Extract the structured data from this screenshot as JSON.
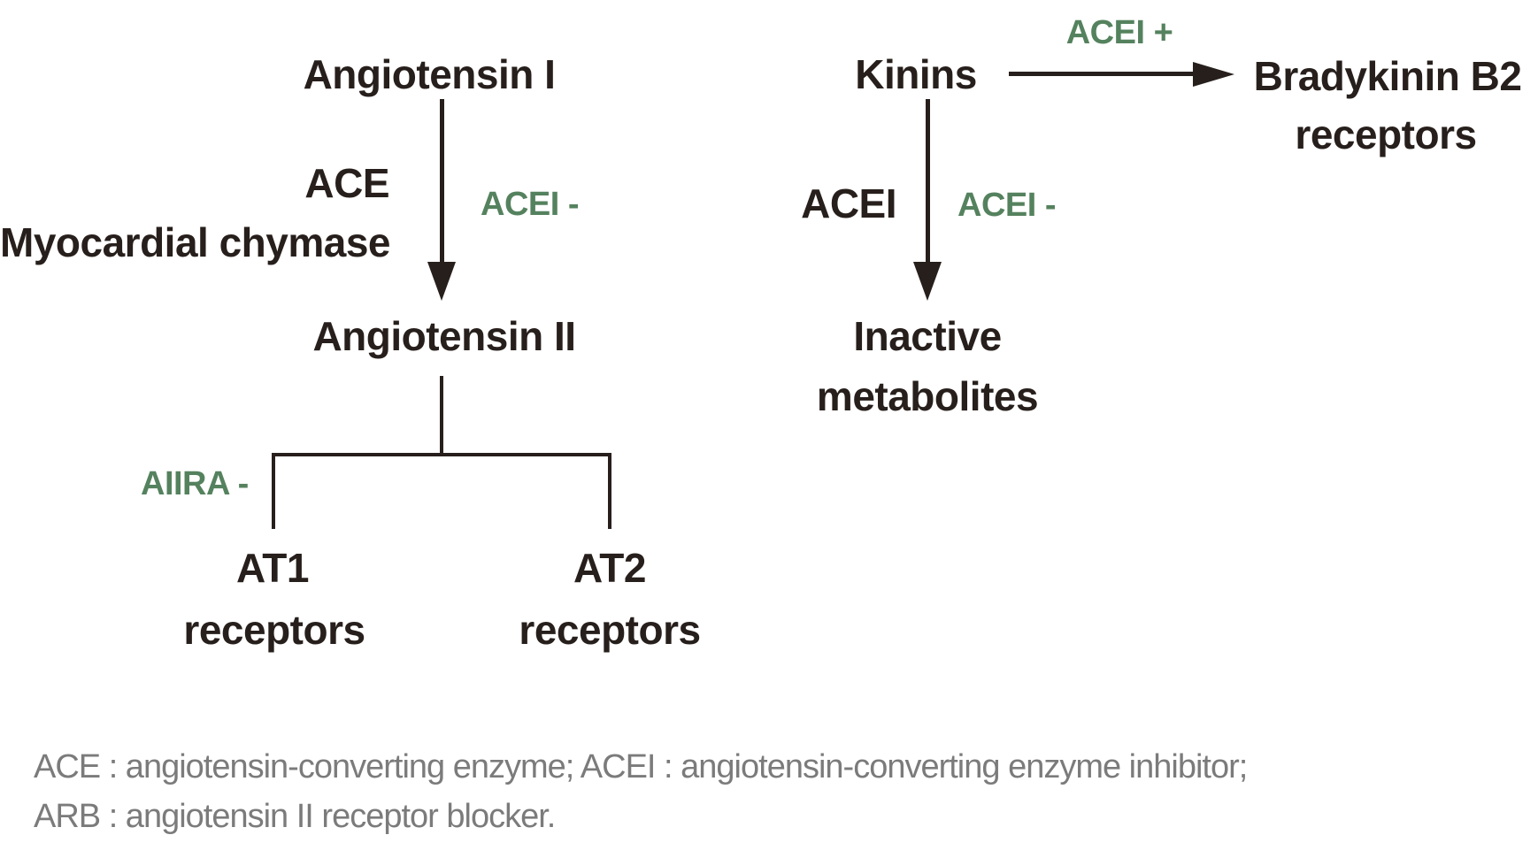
{
  "colors": {
    "ink": "#271f1c",
    "green": "#55825e",
    "muted": "#7b7b7b",
    "background": "#ffffff"
  },
  "diagram": {
    "renin_pathway": {
      "angiotensin_i": "Angiotensin I",
      "enzymes": {
        "line1": "ACE",
        "line2": "Myocardial chymase"
      },
      "acei_inhibits_conversion": "ACEI -",
      "angiotensin_ii": "Angiotensin II",
      "aiira_blocks_receptors": "AIIRA -",
      "at1": {
        "line1": "AT1",
        "line2": "receptors"
      },
      "at2": {
        "line1": "AT2",
        "line2": "receptors"
      }
    },
    "kinin_pathway": {
      "kinins": "Kinins",
      "acei_potentiates": "ACEI +",
      "bradykinin_b2": {
        "line1": "Bradykinin B2",
        "line2": "receptors"
      },
      "acei_enzyme": "ACEI",
      "acei_inhibits_degradation": "ACEI -",
      "inactive_metabolites": {
        "line1": "Inactive",
        "line2": "metabolites"
      }
    }
  },
  "legend": {
    "line1": "ACE : angiotensin-converting enzyme; ACEI : angiotensin-converting enzyme inhibitor;",
    "line2": "ARB : angiotensin II receptor blocker."
  }
}
